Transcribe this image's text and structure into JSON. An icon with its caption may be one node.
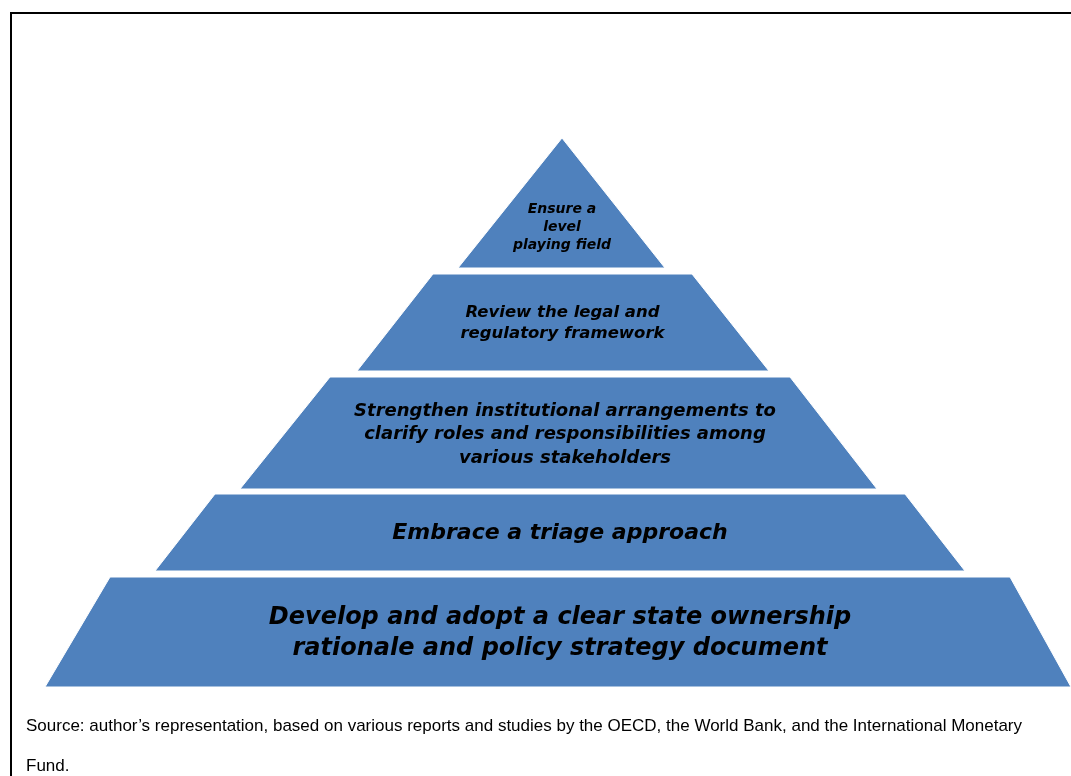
{
  "diagram": {
    "caption": "Source: author’s representation, based on various reports and studies by the OECD, the World Bank, and the International Monetary Fund.",
    "nodes": [
      {
        "text": [
          "Ensure a level playing field"
        ]
      },
      {
        "text": [
          "Review the legal and regulatory framework"
        ]
      },
      {
        "text": [
          "Strengthen institutional arrangements to clarify roles and responsibilities among various stakeholders"
        ]
      },
      {
        "text": [
          "Embrace a triage approach"
        ]
      },
      {
        "text": [
          "Develop and adopt a clear state ownership rationale and policy strategy document"
        ]
      }
    ]
  }
}
